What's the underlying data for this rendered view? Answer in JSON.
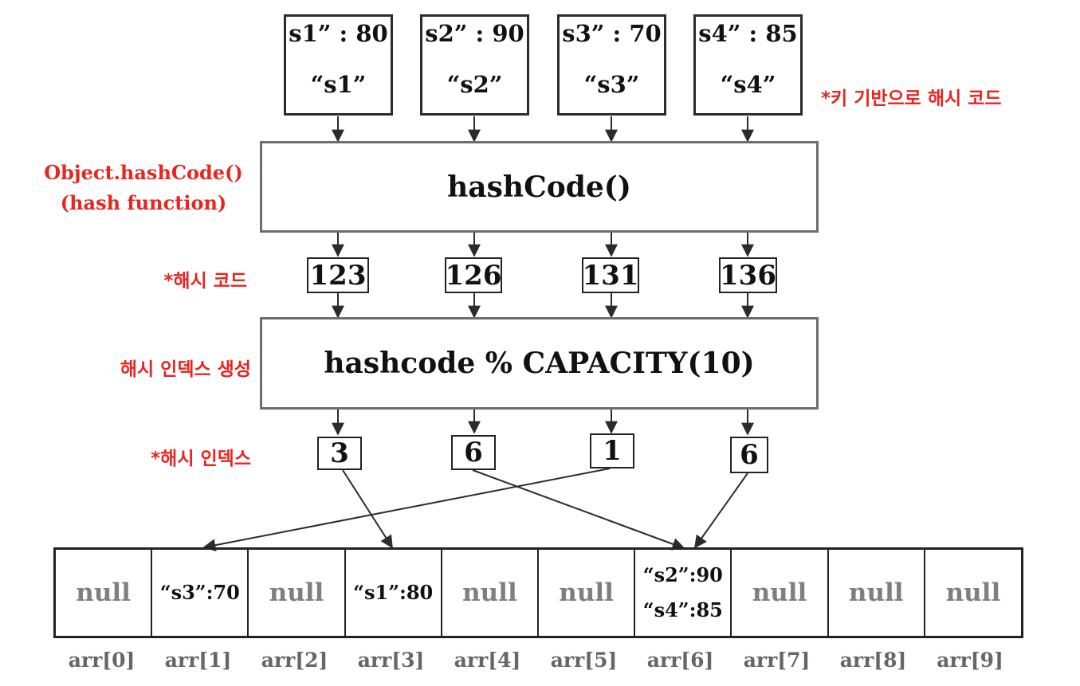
{
  "inputs": [
    {
      "top": "s1” : 80",
      "bottom": "“s1”"
    },
    {
      "top": "s2” : 90",
      "bottom": "“s2”"
    },
    {
      "top": "s3” : 70",
      "bottom": "“s3”"
    },
    {
      "top": "s4” : 85",
      "bottom": "“s4”"
    }
  ],
  "hash_function": {
    "label": "hashCode()"
  },
  "hash_codes": [
    "123",
    "126",
    "131",
    "136"
  ],
  "index_function": {
    "label": "hashcode % CAPACITY(10)"
  },
  "hash_indexes": [
    "3",
    "6",
    "1",
    "6"
  ],
  "notes": {
    "key_hash": "*키 기반으로 해시 코드",
    "object_hashcode": "Object.hashCode()",
    "hash_function": "(hash function)",
    "hash_code": "*해시 코드",
    "index_generation": "해시 인덱스 생성",
    "hash_index": "*해시 인덱스"
  },
  "array": {
    "cells": [
      {
        "values": [
          "null"
        ],
        "empty": true
      },
      {
        "values": [
          "“s3”:70"
        ],
        "empty": false
      },
      {
        "values": [
          "null"
        ],
        "empty": true
      },
      {
        "values": [
          "“s1”:80"
        ],
        "empty": false
      },
      {
        "values": [
          "null"
        ],
        "empty": true
      },
      {
        "values": [
          "null"
        ],
        "empty": true
      },
      {
        "values": [
          "“s2”:90",
          "“s4”:85"
        ],
        "empty": false
      },
      {
        "values": [
          "null"
        ],
        "empty": true
      },
      {
        "values": [
          "null"
        ],
        "empty": true
      },
      {
        "values": [
          "null"
        ],
        "empty": true
      }
    ],
    "labels": [
      "arr[0]",
      "arr[1]",
      "arr[2]",
      "arr[3]",
      "arr[4]",
      "arr[5]",
      "arr[6]",
      "arr[7]",
      "arr[8]",
      "arr[9]"
    ]
  },
  "colors": {
    "note_red": "#e8251e",
    "null_gray": "#7f7f7f",
    "label_gray": "#666666",
    "line": "#2b2b2b"
  }
}
